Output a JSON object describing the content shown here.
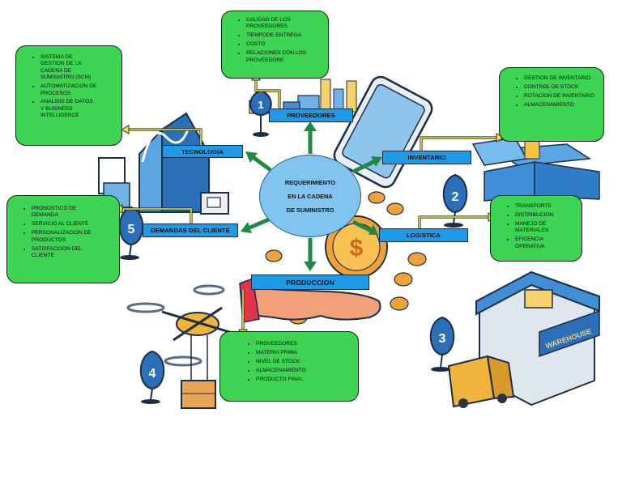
{
  "center": {
    "lines": [
      "REQUERIMIENTO",
      "EN LA CADENA",
      "DE SUMINISTRO"
    ]
  },
  "nodes": {
    "proveedores": {
      "label": "PROVEEDORES",
      "items": [
        "CALIDAD DE LOS PROVEEDORES",
        "TIEMPODE ENTREGA",
        "COSTO",
        "RELACIONES CON LOS PROVEEDORE"
      ]
    },
    "tecnologia": {
      "label": "TECNOLOGIA",
      "items": [
        "SISTEMA DE GESTION DE LA CADENA DE SUMINISTRO (SCM)",
        "AUTOMATIZACION DE PROCESOS",
        "ANALISIS DE DATOS Y BUSINESS INTELLIGENCE"
      ]
    },
    "inventario": {
      "label": "INVENTARIO",
      "items": [
        "GESTION DE INVENTARIO",
        "CONTROL DE STOCK",
        "ROTACION DE INVENTARIO",
        "ALMACENAMIENTO"
      ]
    },
    "demandas": {
      "label": "DEMANDAS DEL CLIENTE",
      "items": [
        "PRONOSTICO DE DEMANDA",
        "SERVICIO AL CLIENTE",
        "PERSONALIZACION DE PRODUCTOS",
        "SATISFACCION DEL CLIENTE"
      ]
    },
    "logistica": {
      "label": "LOGISTICA",
      "items": [
        "TRANSPORTE",
        "DISTRIBUCION",
        "MANEJO DE MATERIALES",
        "EFICENCIA OPERATIVA"
      ]
    },
    "produccion": {
      "label": "PRODUCCION",
      "items": [
        "PROVEEDORES",
        "MATERIA PRIMA",
        "NIVEL DE STOCK",
        "ALMACENAMIENTO",
        "PRODUCTO FINAL"
      ]
    }
  },
  "illustration": {
    "pin_numbers": [
      "1",
      "2",
      "3",
      "4",
      "5"
    ],
    "warehouse_sign": "WAREHOUSE",
    "coin_symbol": "$"
  },
  "colors": {
    "box_green": "#3dd353",
    "label_blue": "#1f9ae6",
    "arrow_green": "#1e8a46",
    "connector_yellow": "#f4e32c",
    "center_fill": "#82c4f0"
  }
}
